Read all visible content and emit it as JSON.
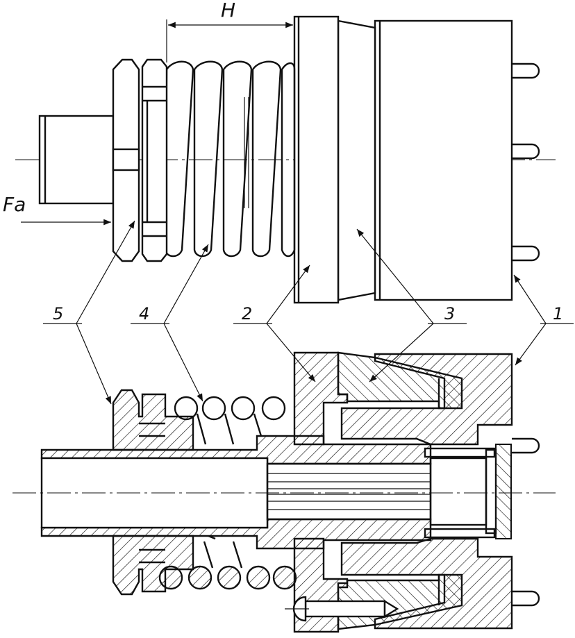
{
  "labels": {
    "dimension_h": "H",
    "force": "Fa",
    "part_1": "1",
    "part_2": "2",
    "part_3": "3",
    "part_4": "4",
    "part_5": "5"
  }
}
